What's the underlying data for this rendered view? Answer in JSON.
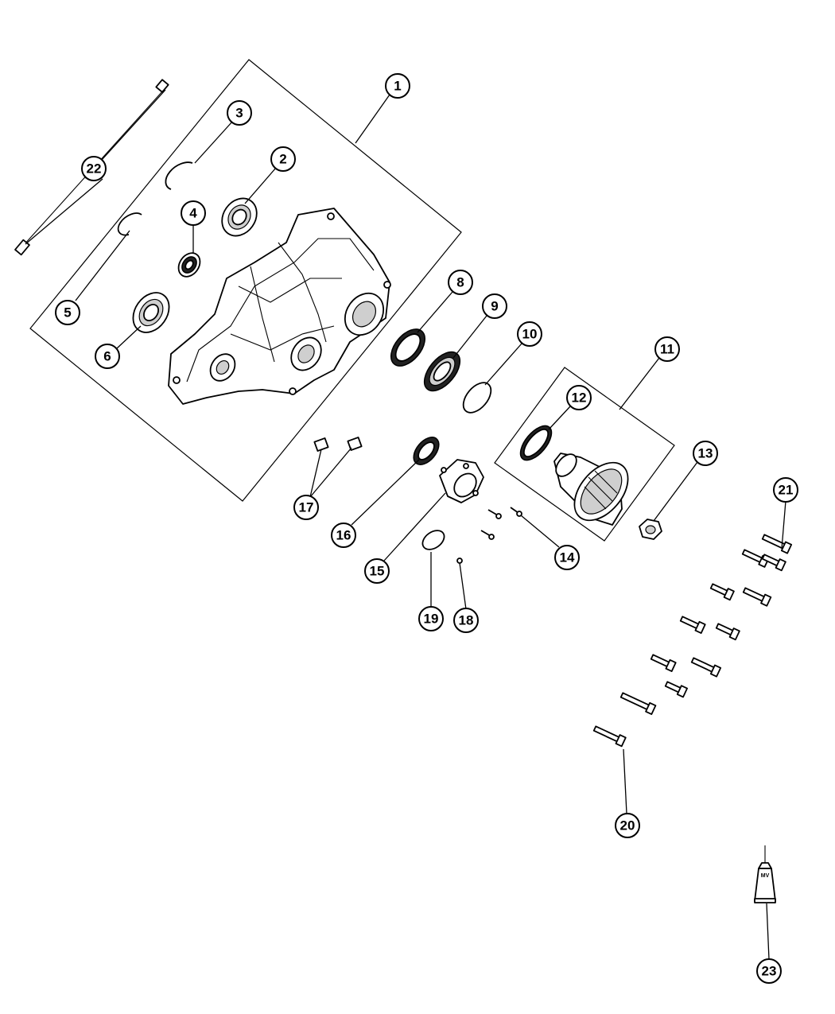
{
  "diagram": {
    "callouts": [
      {
        "label": "1"
      },
      {
        "label": "2"
      },
      {
        "label": "3"
      },
      {
        "label": "4"
      },
      {
        "label": "5"
      },
      {
        "label": "6"
      },
      {
        "label": "8"
      },
      {
        "label": "9"
      },
      {
        "label": "10"
      },
      {
        "label": "11"
      },
      {
        "label": "12"
      },
      {
        "label": "13"
      },
      {
        "label": "14"
      },
      {
        "label": "15"
      },
      {
        "label": "16"
      },
      {
        "label": "17"
      },
      {
        "label": "18"
      },
      {
        "label": "19"
      },
      {
        "label": "20"
      },
      {
        "label": "21"
      },
      {
        "label": "22"
      },
      {
        "label": "23"
      }
    ],
    "tube_label": "MV"
  }
}
